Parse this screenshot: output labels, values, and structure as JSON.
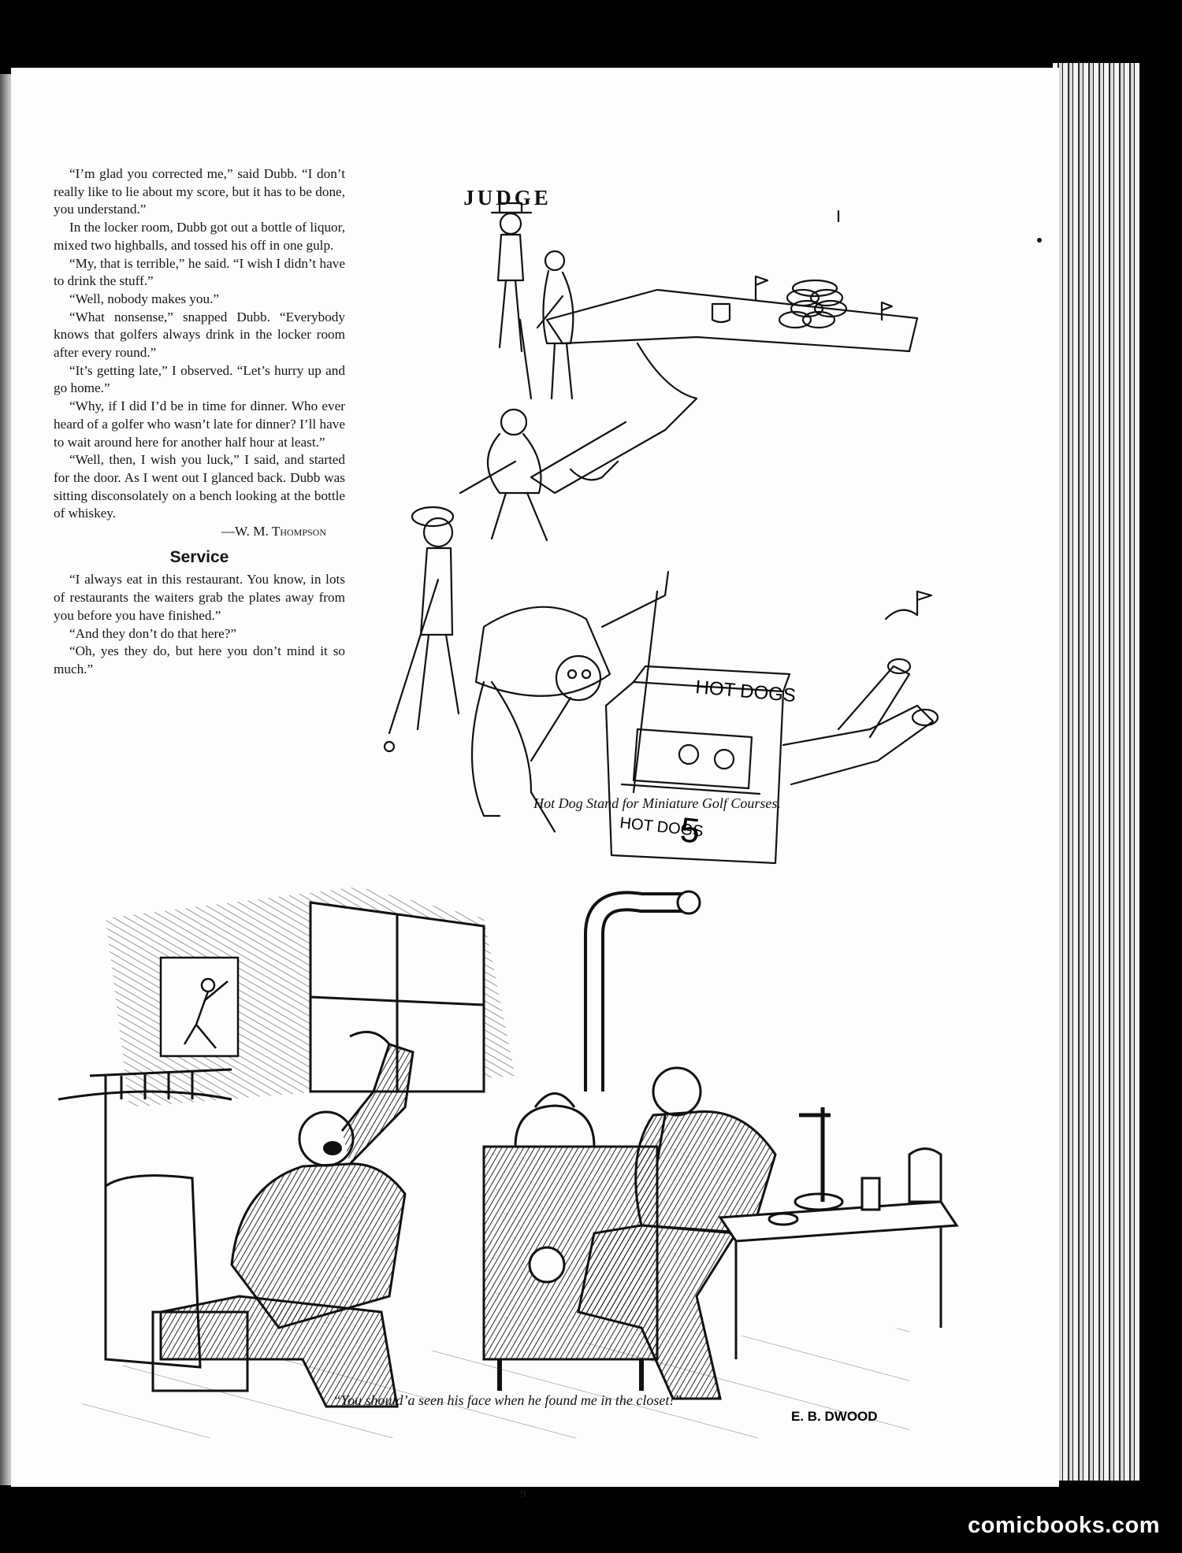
{
  "masthead": "JUDGE",
  "story": {
    "paragraphs": [
      "“I’m glad you corrected me,” said Dubb. “I don’t really like to lie about my score, but it has to be done, you understand.”",
      "In the locker room, Dubb got out a bottle of liquor, mixed two highballs, and tossed his off in one gulp.",
      "“My, that is terrible,” he said. “I wish I didn’t have to drink the stuff.”",
      "“Well, nobody makes you.”",
      "“What nonsense,” snapped Dubb. “Everybody knows that golfers always drink in the locker room after every round.”",
      "“It’s getting late,” I observed. “Let’s hurry up and go home.”",
      "“Why, if I did I’d be in time for dinner. Who ever heard of a golfer who wasn’t late for dinner? I’ll have to wait around here for another half hour at least.”",
      "“Well, then, I wish you luck,” I said, and started for the door. As I went out I glanced back. Dubb was sitting disconsolately on a bench looking at the bottle of whiskey."
    ],
    "byline": "—W. M. Thompson"
  },
  "service": {
    "heading": "Service",
    "paragraphs": [
      "“I always eat in this restaurant. You know, in lots of restaurants the waiters grab the plates away from you before you have finished.”",
      "“And they don’t do that here?”",
      "“Oh, yes they do, but here you don’t mind it so much.”"
    ]
  },
  "cartoon_golf": {
    "caption": "Hot Dog Stand for Miniature Golf Courses.",
    "sign_top": "HOT DOGS",
    "sign_front": "HOT DOGS",
    "price": "5"
  },
  "cartoon_cabin": {
    "caption": "“You should’a seen his face when he found me in the closet!”",
    "signature": "E. B. DWOOD"
  },
  "page_number": "9",
  "watermark": "comicbooks.com"
}
